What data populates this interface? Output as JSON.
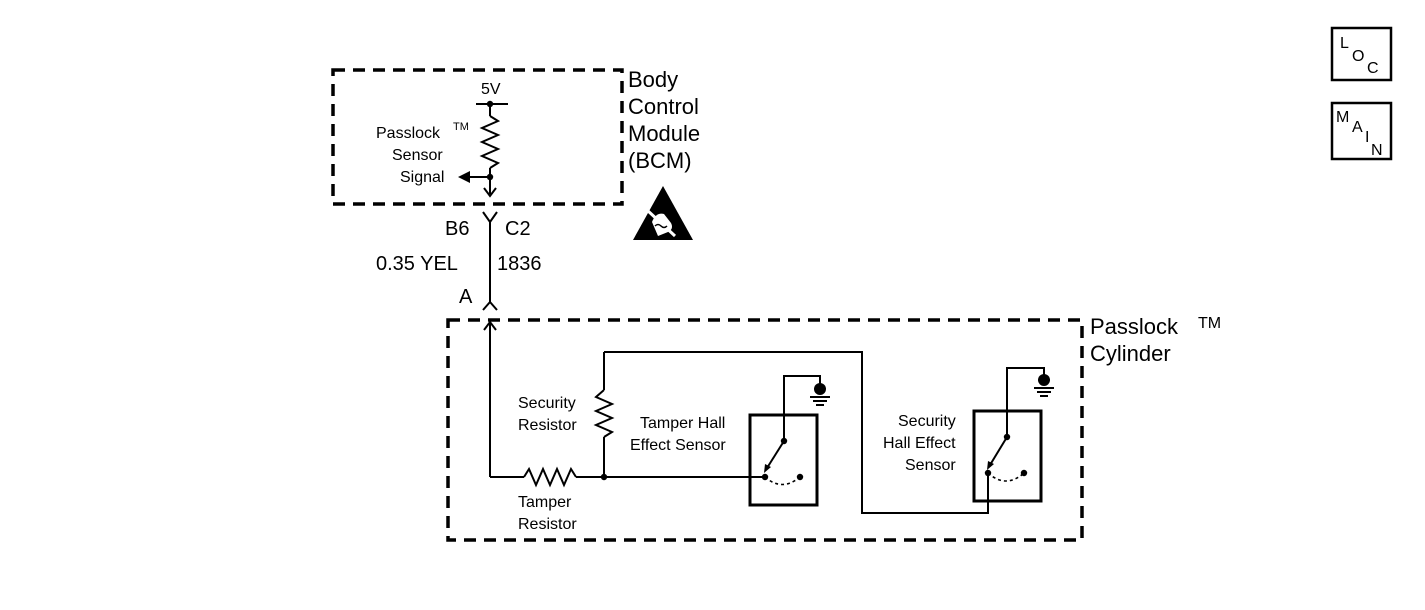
{
  "bcm": {
    "title_lines": [
      "Body",
      "Control",
      "Module",
      "(BCM)"
    ],
    "supply_label": "5V",
    "signal_name": "Passlock",
    "signal_tm": "TM",
    "signal_line2": "Sensor",
    "signal_line3": "Signal",
    "esd_icon": "esd-sensitive-warning-icon"
  },
  "connector_top": {
    "pin_left": "B6",
    "pin_right": "C2"
  },
  "wire": {
    "gauge_color": "0.35 YEL",
    "circuit": "1836"
  },
  "connector_bottom": {
    "pin": "A"
  },
  "cylinder": {
    "title_line1": "Passlock",
    "title_tm": "TM",
    "title_line2": "Cylinder",
    "security_resistor_line1": "Security",
    "security_resistor_line2": "Resistor",
    "tamper_resistor_line1": "Tamper",
    "tamper_resistor_line2": "Resistor",
    "tamper_sensor_line1": "Tamper Hall",
    "tamper_sensor_line2": "Effect Sensor",
    "security_sensor_line1": "Security",
    "security_sensor_line2": "Hall Effect",
    "security_sensor_line3": "Sensor"
  },
  "nav": {
    "loc": {
      "l1": "L",
      "l2": "O",
      "l3": "C"
    },
    "main": {
      "l1": "M",
      "l2": "A",
      "l3": "I",
      "l4": "N"
    }
  }
}
